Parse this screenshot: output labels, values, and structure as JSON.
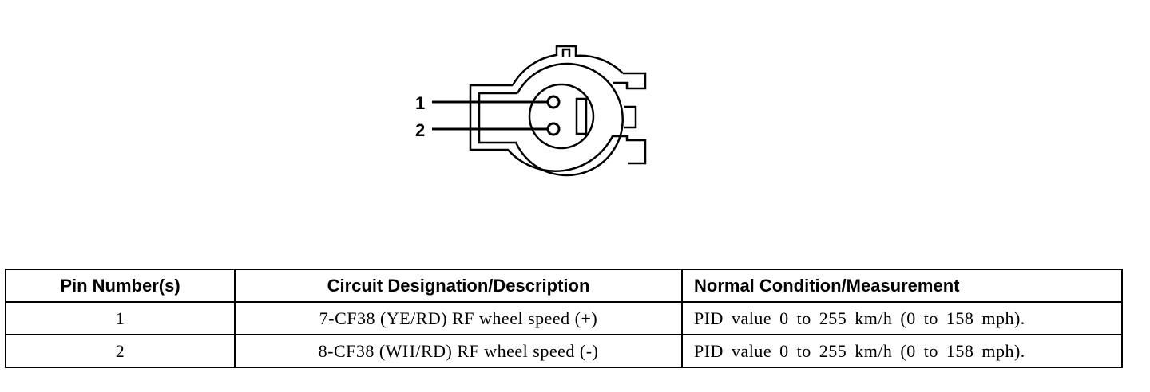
{
  "diagram": {
    "pins": [
      {
        "label": "1"
      },
      {
        "label": "2"
      }
    ]
  },
  "table": {
    "headers": [
      "Pin Number(s)",
      "Circuit Designation/Description",
      "Normal Condition/Measurement"
    ],
    "rows": [
      {
        "pin": "1",
        "circuit": "7-CF38 (YE/RD) RF wheel speed (+)",
        "condition": "PID value 0 to 255 km/h (0 to 158 mph)."
      },
      {
        "pin": "2",
        "circuit": "8-CF38 (WH/RD) RF wheel speed (-)",
        "condition": "PID value 0 to 255 km/h (0 to 158 mph)."
      }
    ]
  }
}
